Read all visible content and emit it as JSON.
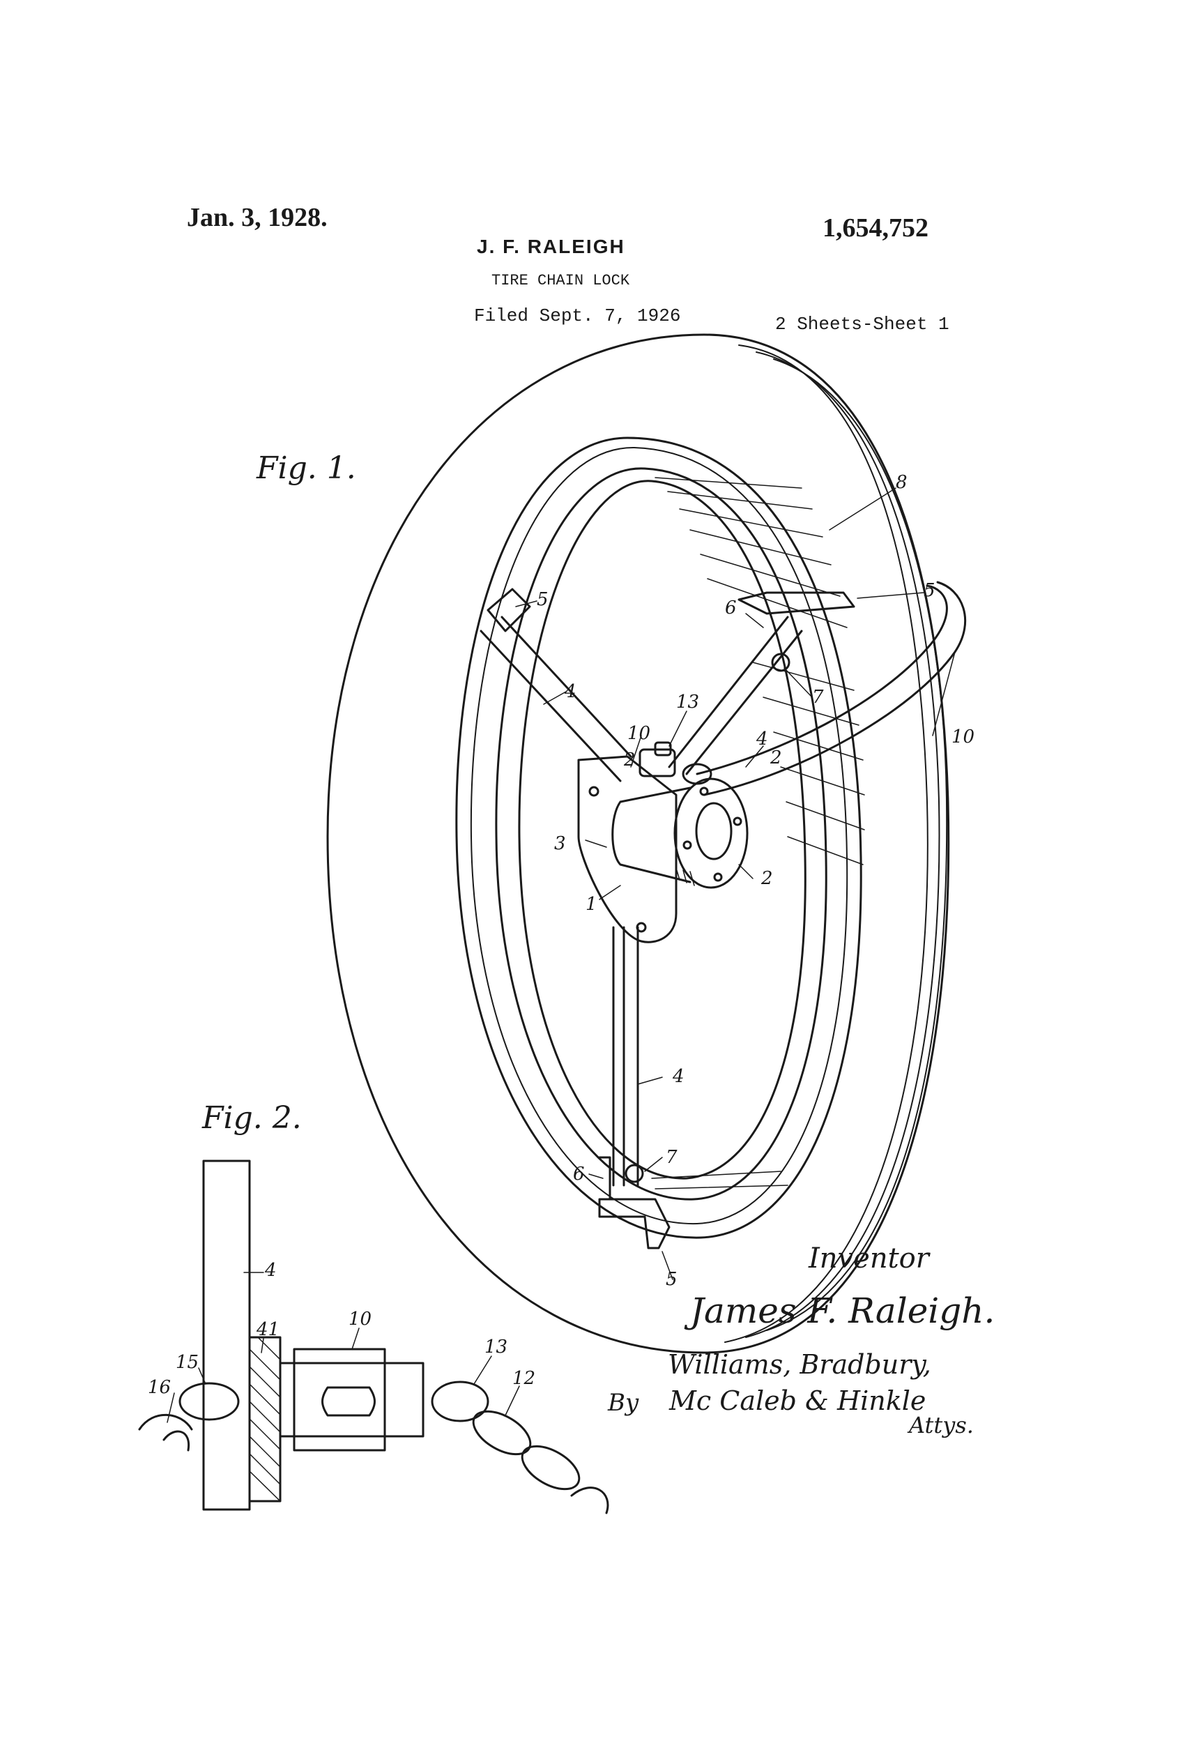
{
  "header": {
    "date": "Jan. 3, 1928.",
    "patent_number": "1,654,752",
    "inventor": "J. F. RALEIGH",
    "title": "TIRE CHAIN LOCK",
    "filed": "Filed Sept. 7, 1926",
    "sheets": "2 Sheets-Sheet 1"
  },
  "figures": {
    "fig1_label": "Fig. 1.",
    "fig2_label": "Fig. 2.",
    "fig1_refs": {
      "r8": "8",
      "r5_left": "5",
      "r5_right": "5",
      "r6_top": "6",
      "r7_top": "7",
      "r13": "13",
      "r10_top": "10",
      "r10_right": "10",
      "r4_upper": "4",
      "r4_right": "4",
      "r2_sec_left": "2",
      "r2_sec_right": "2",
      "r3": "3",
      "r1": "1",
      "r2_hub": "2",
      "r4_lower": "4",
      "r6_bottom": "6",
      "r7_bottom": "7",
      "r5_bottom": "5"
    },
    "fig2_refs": {
      "r4": "4",
      "r41": "41",
      "r10": "10",
      "r13": "13",
      "r12": "12",
      "r15": "15",
      "r16": "16"
    }
  },
  "signature": {
    "caption": "Inventor",
    "name": "James F. Raleigh.",
    "firm_line1": "Williams, Bradbury,",
    "by": "By",
    "firm_line2": "Mc Caleb & Hinkle",
    "attys": "Attys."
  }
}
